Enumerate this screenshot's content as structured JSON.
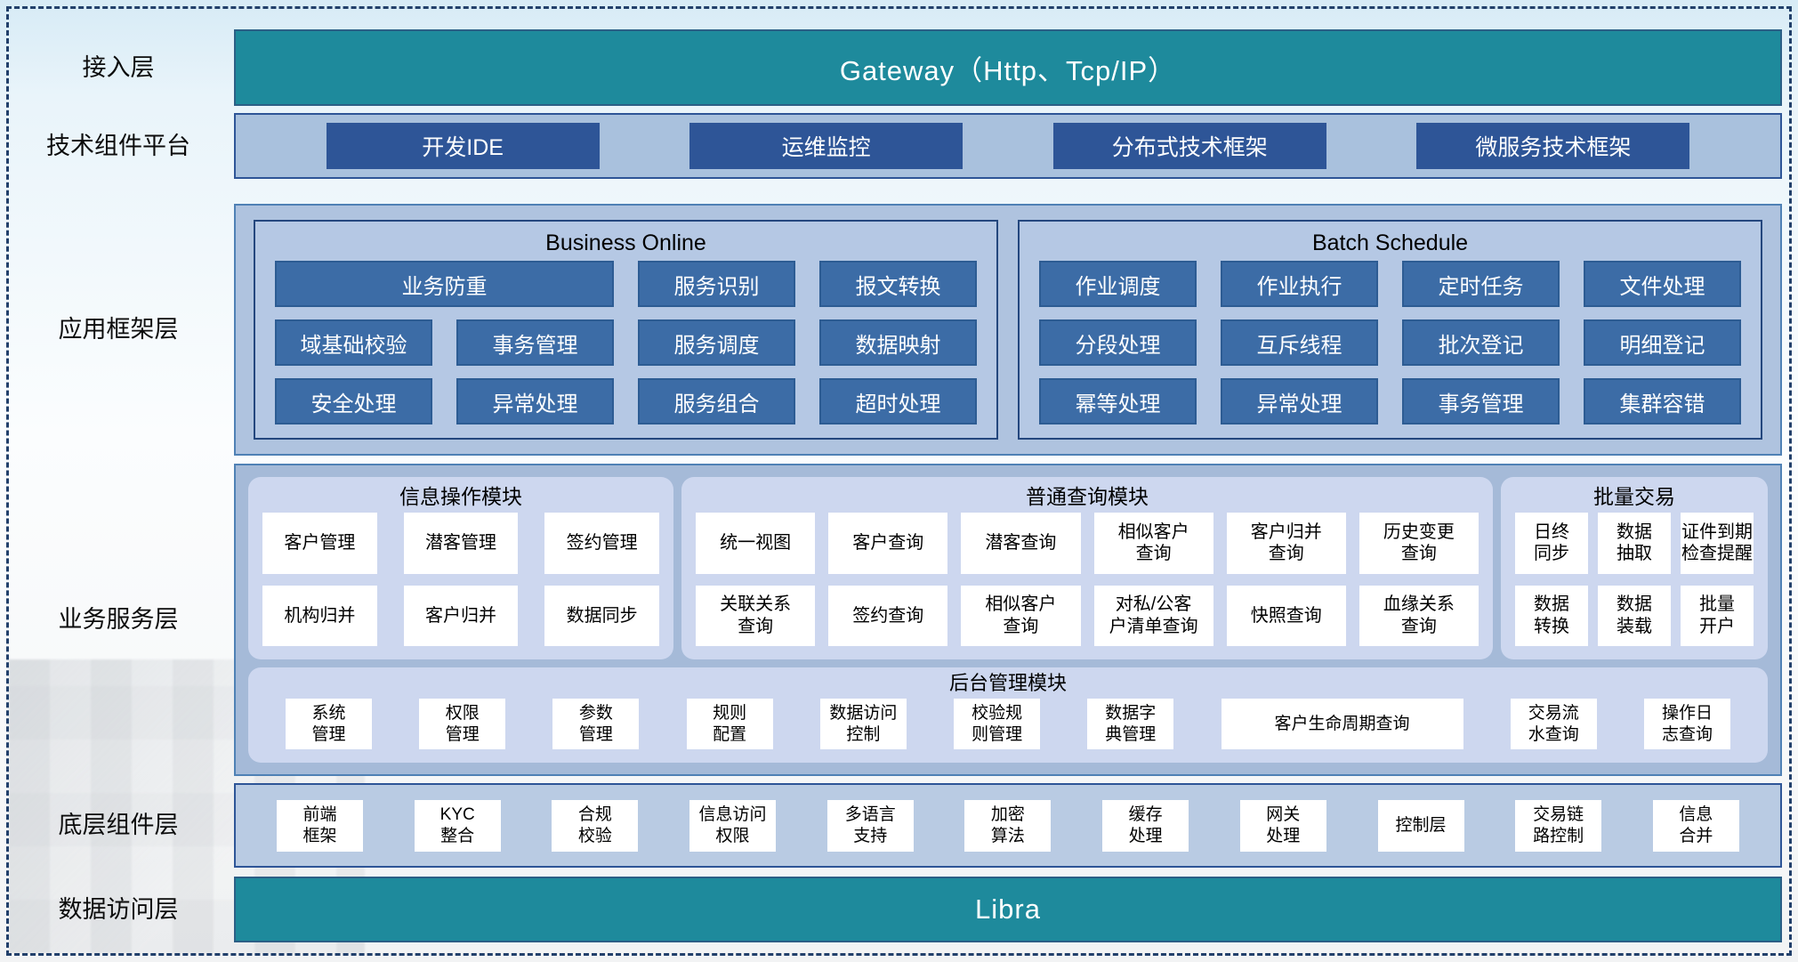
{
  "access_layer": {
    "label": "接入层",
    "bar_text": "Gateway（Http、Tcp/IP）"
  },
  "tech_platform": {
    "label": "技术组件平台",
    "items": [
      "开发IDE",
      "运维监控",
      "分布式技术框架",
      "微服务技术框架"
    ]
  },
  "framework_layer": {
    "label": "应用框架层",
    "business_online": {
      "title": "Business Online",
      "buttons": [
        "业务防重",
        "服务识别",
        "报文转换",
        "域基础校验",
        "事务管理",
        "服务调度",
        "数据映射",
        "安全处理",
        "异常处理",
        "服务组合",
        "超时处理"
      ]
    },
    "batch_schedule": {
      "title": "Batch Schedule",
      "buttons": [
        "作业调度",
        "作业执行",
        "定时任务",
        "文件处理",
        "分段处理",
        "互斥线程",
        "批次登记",
        "明细登记",
        "幂等处理",
        "异常处理",
        "事务管理",
        "集群容错"
      ]
    }
  },
  "service_layer": {
    "label": "业务服务层",
    "info_module": {
      "title": "信息操作模块",
      "items": [
        "客户管理",
        "潜客管理",
        "签约管理",
        "机构归并",
        "客户归并",
        "数据同步"
      ]
    },
    "query_module": {
      "title": "普通查询模块",
      "items": [
        "统一视图",
        "客户查询",
        "潜客查询",
        "相似客户\n查询",
        "客户归并\n查询",
        "历史变更\n查询",
        "关联关系\n查询",
        "签约查询",
        "相似客户\n查询",
        "对私/公客\n户清单查询",
        "快照查询",
        "血缘关系\n查询"
      ]
    },
    "batch_module": {
      "title": "批量交易",
      "items": [
        "日终\n同步",
        "数据\n抽取",
        "证件到期\n检查提醒",
        "数据\n转换",
        "数据\n装载",
        "批量\n开户"
      ]
    },
    "admin_module": {
      "title": "后台管理模块",
      "items": [
        "系统\n管理",
        "权限\n管理",
        "参数\n管理",
        "规则\n配置",
        "数据访问\n控制",
        "校验规\n则管理",
        "数据字\n典管理",
        "客户生命周期查询",
        "交易流\n水查询",
        "操作日\n志查询"
      ]
    }
  },
  "components_layer": {
    "label": "底层组件层",
    "items": [
      "前端\n框架",
      "KYC\n整合",
      "合规\n校验",
      "信息访问\n权限",
      "多语言\n支持",
      "加密\n算法",
      "缓存\n处理",
      "网关\n处理",
      "控制层",
      "交易链\n路控制",
      "信息\n合并"
    ]
  },
  "data_layer": {
    "label": "数据访问层",
    "bar_text": "Libra"
  },
  "colors": {
    "teal_bar": "#1E8A9C",
    "navy_button": "#2E5597",
    "steel_button": "#3C6CA6",
    "panel_lavender": "#CDD7EF",
    "layer_background": "#A5BAD8"
  }
}
